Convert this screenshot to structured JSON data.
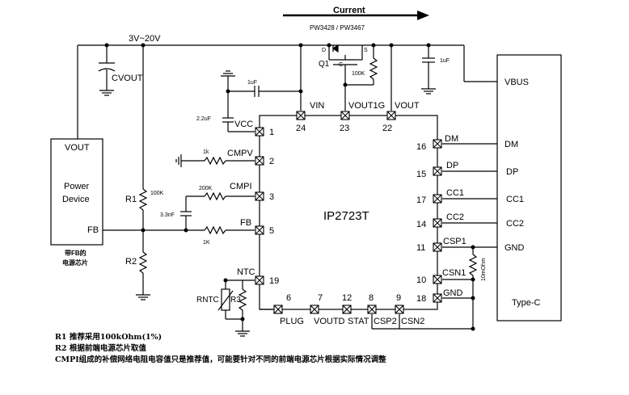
{
  "header": {
    "current_label": "Current",
    "mosfet_part": "PW3428 / PW3467",
    "input_voltage": "3V~20V"
  },
  "chip": {
    "name": "IP2723T",
    "left_pins": [
      {
        "num": "1",
        "label": "VCC"
      },
      {
        "num": "2",
        "label": "CMPV"
      },
      {
        "num": "3",
        "label": "CMPI"
      },
      {
        "num": "5",
        "label": "FB"
      },
      {
        "num": "19",
        "label": "NTC"
      }
    ],
    "top_pins": [
      {
        "num": "24",
        "label": "VIN"
      },
      {
        "num": "23",
        "label": "VOUT1G"
      },
      {
        "num": "22",
        "label": "VOUT"
      }
    ],
    "right_pins": [
      {
        "num": "16",
        "label": "DM"
      },
      {
        "num": "15",
        "label": "DP"
      },
      {
        "num": "17",
        "label": "CC1"
      },
      {
        "num": "14",
        "label": "CC2"
      },
      {
        "num": "11",
        "label": "CSP1"
      },
      {
        "num": "10",
        "label": "CSN1"
      },
      {
        "num": "18",
        "label": "GND"
      }
    ],
    "bottom_pins": [
      {
        "num": "6",
        "label": "PLUG"
      },
      {
        "num": "7",
        "label": "VOUTD"
      },
      {
        "num": "12",
        "label": "STAT"
      },
      {
        "num": "8",
        "label": "CSP2"
      },
      {
        "num": "9",
        "label": "CSN2"
      }
    ]
  },
  "power_device": {
    "vout": "VOUT",
    "name_line1": "Power",
    "name_line2": "Device",
    "fb": "FB",
    "note_line1": "带FB的",
    "note_line2": "电源芯片"
  },
  "typec": {
    "name": "Type-C",
    "pins": [
      "VBUS",
      "DM",
      "DP",
      "CC1",
      "CC2",
      "GND"
    ]
  },
  "components": {
    "cvout": "CVOUT",
    "r1": "R1",
    "r1_value": "100K",
    "r2": "R2",
    "c_vin": "1uF",
    "c_vcc": "2.2uF",
    "r_cmpv": "1k",
    "r_cmpi": "200K",
    "c_cmp": "3.3nF",
    "r_fb": "1K",
    "rntc": "RNTC",
    "r3": "R3",
    "q1": "Q1",
    "q1_d": "D",
    "q1_s": "S",
    "q1_g": "G",
    "r_gate": "100K",
    "c_vbus": "1uF",
    "r_sense": "10mOhm"
  },
  "notes": [
    "R1 推荐采用100kOhm(1%)",
    "R2 根据前端电源芯片取值",
    "CMPI组成的补偿网络电阻电容值只是推荐值，可能要针对不同的前端电源芯片根据实际情况调整"
  ]
}
